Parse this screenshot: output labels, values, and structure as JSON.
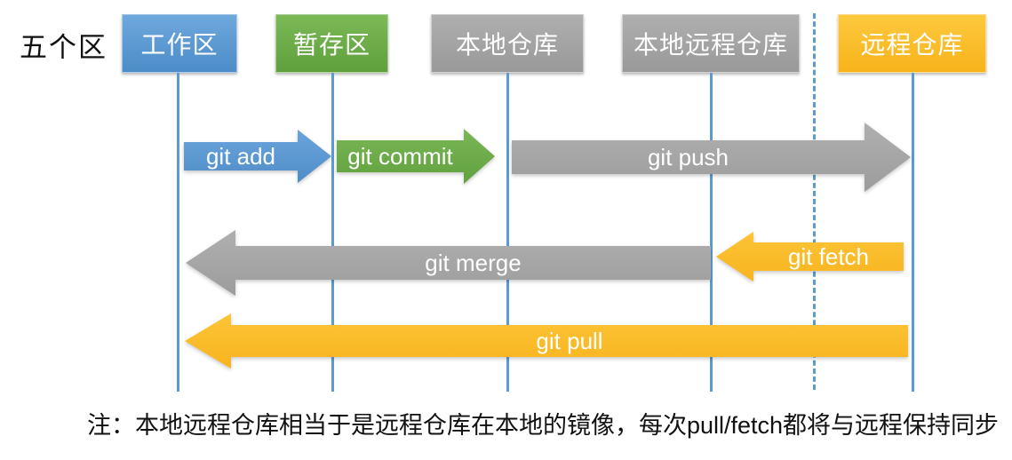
{
  "title": "五个区",
  "nodes": [
    {
      "label": "工作区",
      "color": "#5B9BD5"
    },
    {
      "label": "暂存区",
      "color": "#6CAC47"
    },
    {
      "label": "本地仓库",
      "color": "#A6A6A6"
    },
    {
      "label": "本地远程仓库",
      "color": "#A6A6A6"
    },
    {
      "label": "远程仓库",
      "color": "#FBBB26"
    }
  ],
  "arrows": [
    {
      "label": "git add",
      "color": "#5B9BD5",
      "direction": "right",
      "from": "工作区",
      "to": "暂存区"
    },
    {
      "label": "git commit",
      "color": "#6CAC47",
      "direction": "right",
      "from": "暂存区",
      "to": "本地仓库"
    },
    {
      "label": "git push",
      "color": "#A6A6A6",
      "direction": "right",
      "from": "本地仓库",
      "to": "远程仓库"
    },
    {
      "label": "git merge",
      "color": "#A6A6A6",
      "direction": "left",
      "from": "本地远程仓库",
      "to": "工作区"
    },
    {
      "label": "git fetch",
      "color": "#FBBB26",
      "direction": "left",
      "from": "远程仓库",
      "to": "本地远程仓库"
    },
    {
      "label": "git pull",
      "color": "#FBBB26",
      "direction": "left",
      "from": "远程仓库",
      "to": "工作区"
    }
  ],
  "note": "注：本地远程仓库相当于是远程仓库在本地的镜像，每次pull/fetch都将与远程保持同步",
  "colors": {
    "lifeline": "#5B9BD5",
    "text_on_shapes": "#FFFFFF",
    "text": "#111111"
  }
}
